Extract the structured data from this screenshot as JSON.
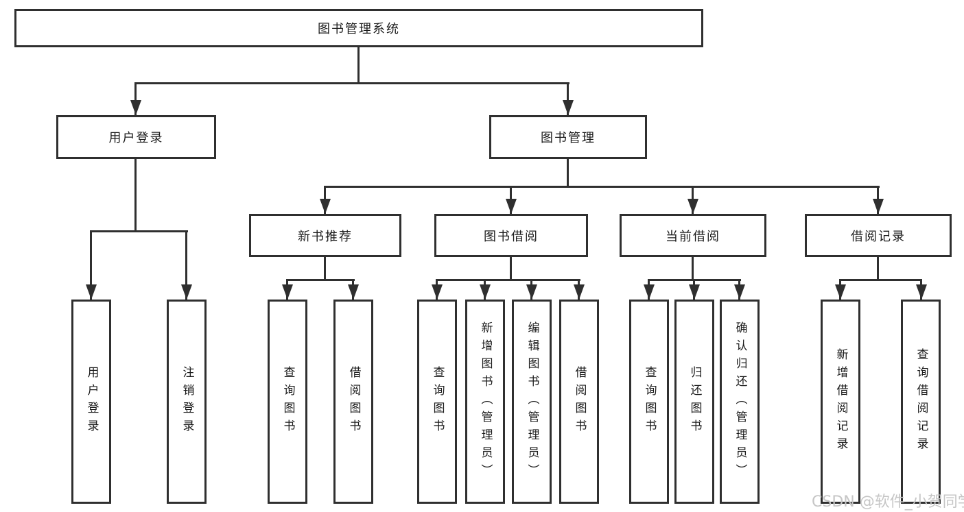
{
  "tree": {
    "label": "图书管理系统",
    "children": [
      {
        "label": "用户登录",
        "children": [
          {
            "label": "用户登录"
          },
          {
            "label": "注销登录"
          }
        ]
      },
      {
        "label": "图书管理",
        "children": [
          {
            "label": "新书推荐",
            "children": [
              {
                "label": "查询图书"
              },
              {
                "label": "借阅图书"
              }
            ]
          },
          {
            "label": "图书借阅",
            "children": [
              {
                "label": "查询图书"
              },
              {
                "label": "新增图书（管理员）"
              },
              {
                "label": "编辑图书（管理员）"
              },
              {
                "label": "借阅图书"
              }
            ]
          },
          {
            "label": "当前借阅",
            "children": [
              {
                "label": "查询图书"
              },
              {
                "label": "归还图书"
              },
              {
                "label": "确认归还（管理员）"
              }
            ]
          },
          {
            "label": "借阅记录",
            "children": [
              {
                "label": "新增借阅记录"
              },
              {
                "label": "查询借阅记录"
              }
            ]
          }
        ]
      }
    ]
  },
  "watermark": {
    "text": "CSDN @软件_小贺同学"
  },
  "colors": {
    "line": "#2f2f2f",
    "text": "#1b1b1b",
    "watermark": "#c6c6c6",
    "background": "#ffffff"
  }
}
